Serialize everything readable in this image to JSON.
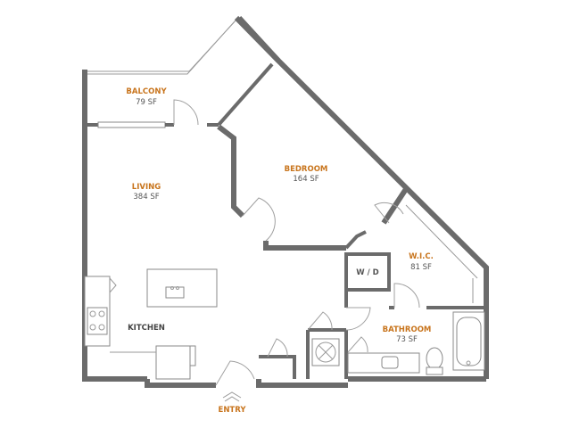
{
  "colors": {
    "label": "#c8741c",
    "wall": "#6b6b6b",
    "fixture": "#8a8a8a"
  },
  "rooms": {
    "balcony": {
      "name": "BALCONY",
      "area": "79 SF"
    },
    "living": {
      "name": "LIVING",
      "area": "384 SF"
    },
    "bedroom": {
      "name": "BEDROOM",
      "area": "164 SF"
    },
    "wic": {
      "name": "W.I.C.",
      "area": "81 SF"
    },
    "bathroom": {
      "name": "BATHROOM",
      "area": "73 SF"
    },
    "kitchen": {
      "name": "KITCHEN"
    },
    "wd": {
      "name": "W / D"
    }
  },
  "entry": {
    "label": "ENTRY"
  }
}
